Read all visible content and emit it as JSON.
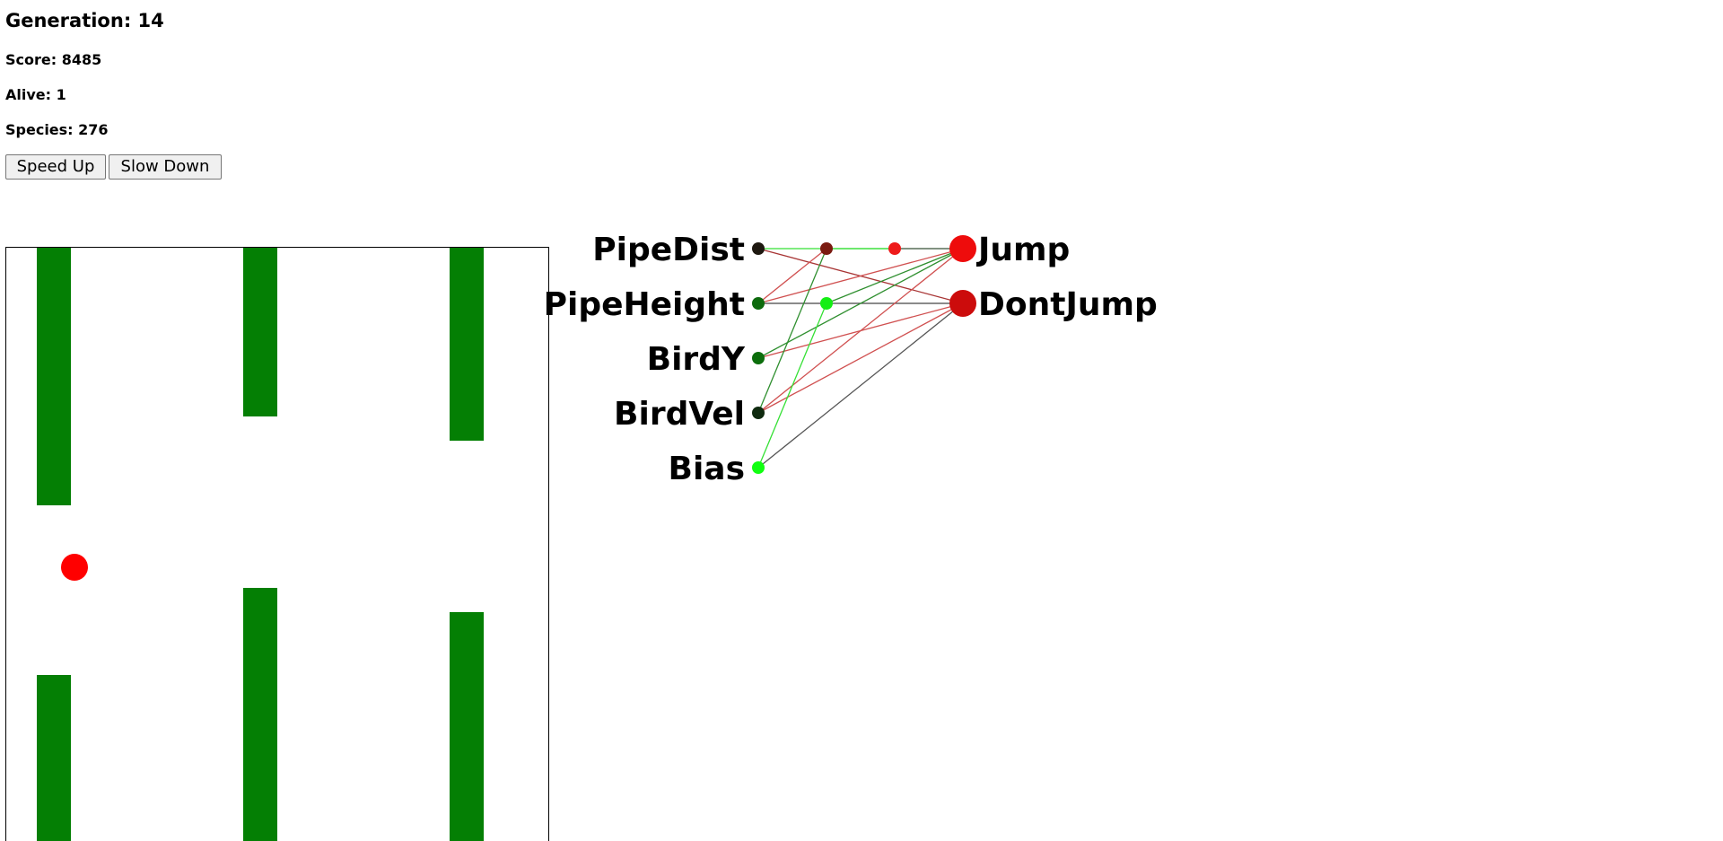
{
  "stats": {
    "generation_label": "Generation: 14",
    "score_label": "Score: 8485",
    "alive_label": "Alive: 1",
    "species_label": "Species: 276"
  },
  "controls": {
    "speed_up_label": "Speed Up",
    "slow_down_label": "Slow Down"
  },
  "game": {
    "bird_color": "#ff0000",
    "pipe_color": "#047f04"
  },
  "network": {
    "input_labels": [
      "PipeDist",
      "PipeHeight",
      "BirdY",
      "BirdVel",
      "Bias"
    ],
    "output_labels": [
      "Jump",
      "DontJump"
    ]
  }
}
